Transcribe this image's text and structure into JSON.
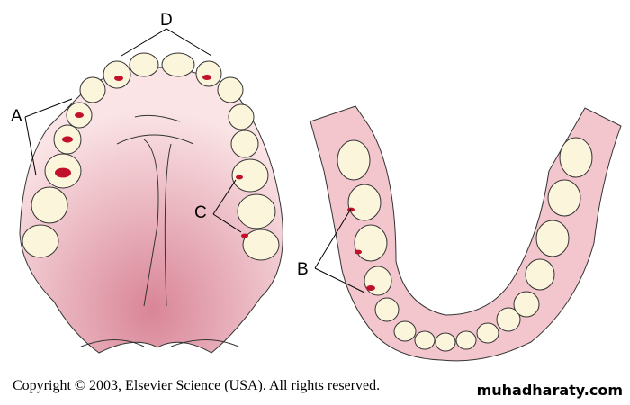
{
  "labels": {
    "a": "A",
    "b": "B",
    "c": "C",
    "d": "D"
  },
  "colors": {
    "gum": "#f2c6cc",
    "palate_dark": "#dc8c9a",
    "tooth": "#fbf5dc",
    "lesion": "#c0102a",
    "outline": "#333333"
  },
  "copyright": "Copyright © 2003, Elsevier Science (USA).  All rights reserved.",
  "watermark": "muhadharaty.com"
}
